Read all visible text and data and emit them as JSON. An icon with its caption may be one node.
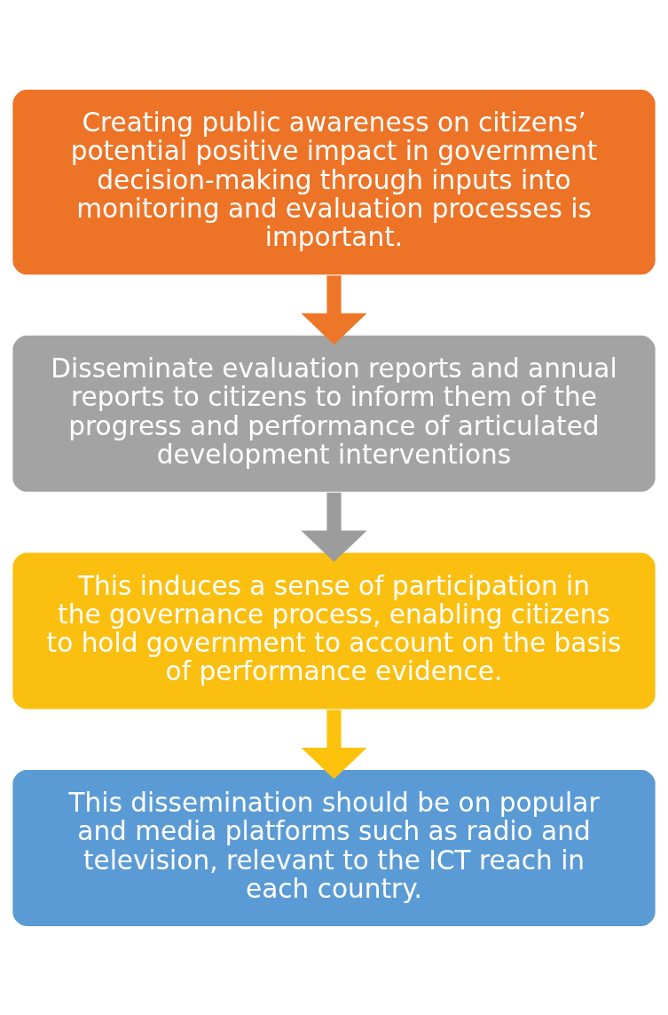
{
  "diagram": {
    "nodes": [
      {
        "text": [
          "Creating public awareness on citizens’ potential positive impact in government decision-making through inputs into monitoring and evaluation processes is important."
        ]
      },
      {
        "text": [
          "Disseminate evaluation reports and annual reports to citizens to inform them of the progress and performance of articulated development interventions"
        ]
      },
      {
        "text": [
          "This induces a sense of participation in the governance process, enabling citizens to hold government to account on the basis of performance evidence."
        ]
      },
      {
        "text": [
          "This dissemination should be on popular and media platforms such as radio and television, relevant to the ICT reach in each country."
        ]
      }
    ],
    "edges": [
      {
        "from": 0,
        "to": 1,
        "arrow": "to",
        "color": "#ee7628"
      },
      {
        "from": 1,
        "to": 2,
        "arrow": "to",
        "color": "#9c9c9c"
      },
      {
        "from": 2,
        "to": 3,
        "arrow": "to",
        "color": "#fcc20c"
      }
    ]
  }
}
